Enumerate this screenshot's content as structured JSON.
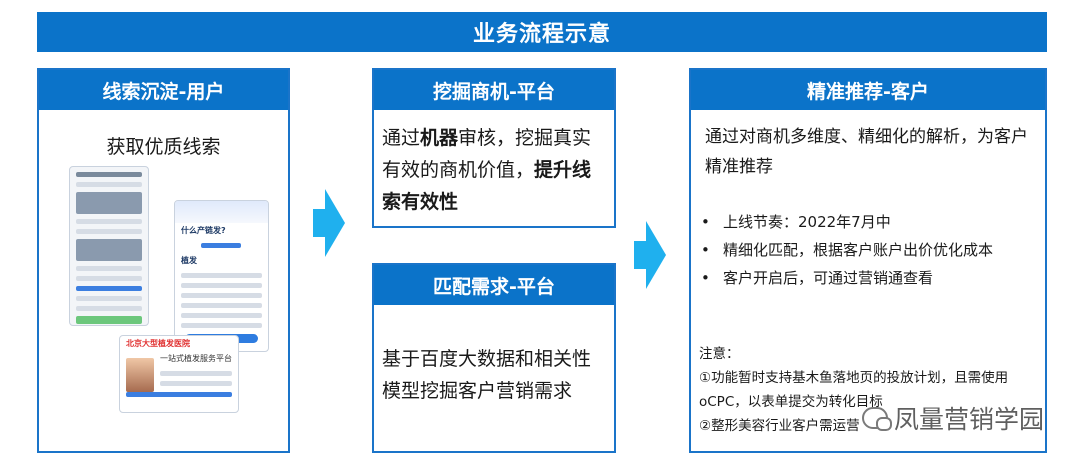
{
  "banner": {
    "title": "业务流程示意"
  },
  "left_card": {
    "title": "线索沉淀-用户",
    "subtitle": "获取优质线索",
    "mockup": {
      "phone2_title": "什么产链发?",
      "phone2_section": "植发",
      "phone3_red": "北京大型植发医院",
      "phone3_line": "一站式植发服务平台"
    }
  },
  "mid_card1": {
    "title": "挖掘商机-平台",
    "text_parts": [
      "通过",
      "机器",
      "审核，挖掘真实有效的商机价值，",
      "提升线索有效性"
    ]
  },
  "mid_card2": {
    "title": "匹配需求-平台",
    "text": "基于百度大数据和相关性模型挖掘客户营销需求"
  },
  "right_card": {
    "title": "精准推荐-客户",
    "text": "通过对商机多维度、精细化的解析，为客户精准推荐",
    "bullets": [
      "上线节奏：2022年7月中",
      "精细化匹配，根据客户账户出价优化成本",
      "客户开启后，可通过营销通查看"
    ],
    "bullet_symbol": "•",
    "note_title": "注意：",
    "note_lines": [
      "①功能暂时支持基木鱼落地页的投放计划，且需使用oCPC，以表单提交为转化目标",
      "②整形美容行业客户需运营"
    ]
  },
  "watermark": {
    "text": "凤量营销学园"
  },
  "colors": {
    "header_blue": "#0b73c9",
    "arrow_cyan": "#1fb0ee",
    "border_blue": "#1a74c9"
  }
}
